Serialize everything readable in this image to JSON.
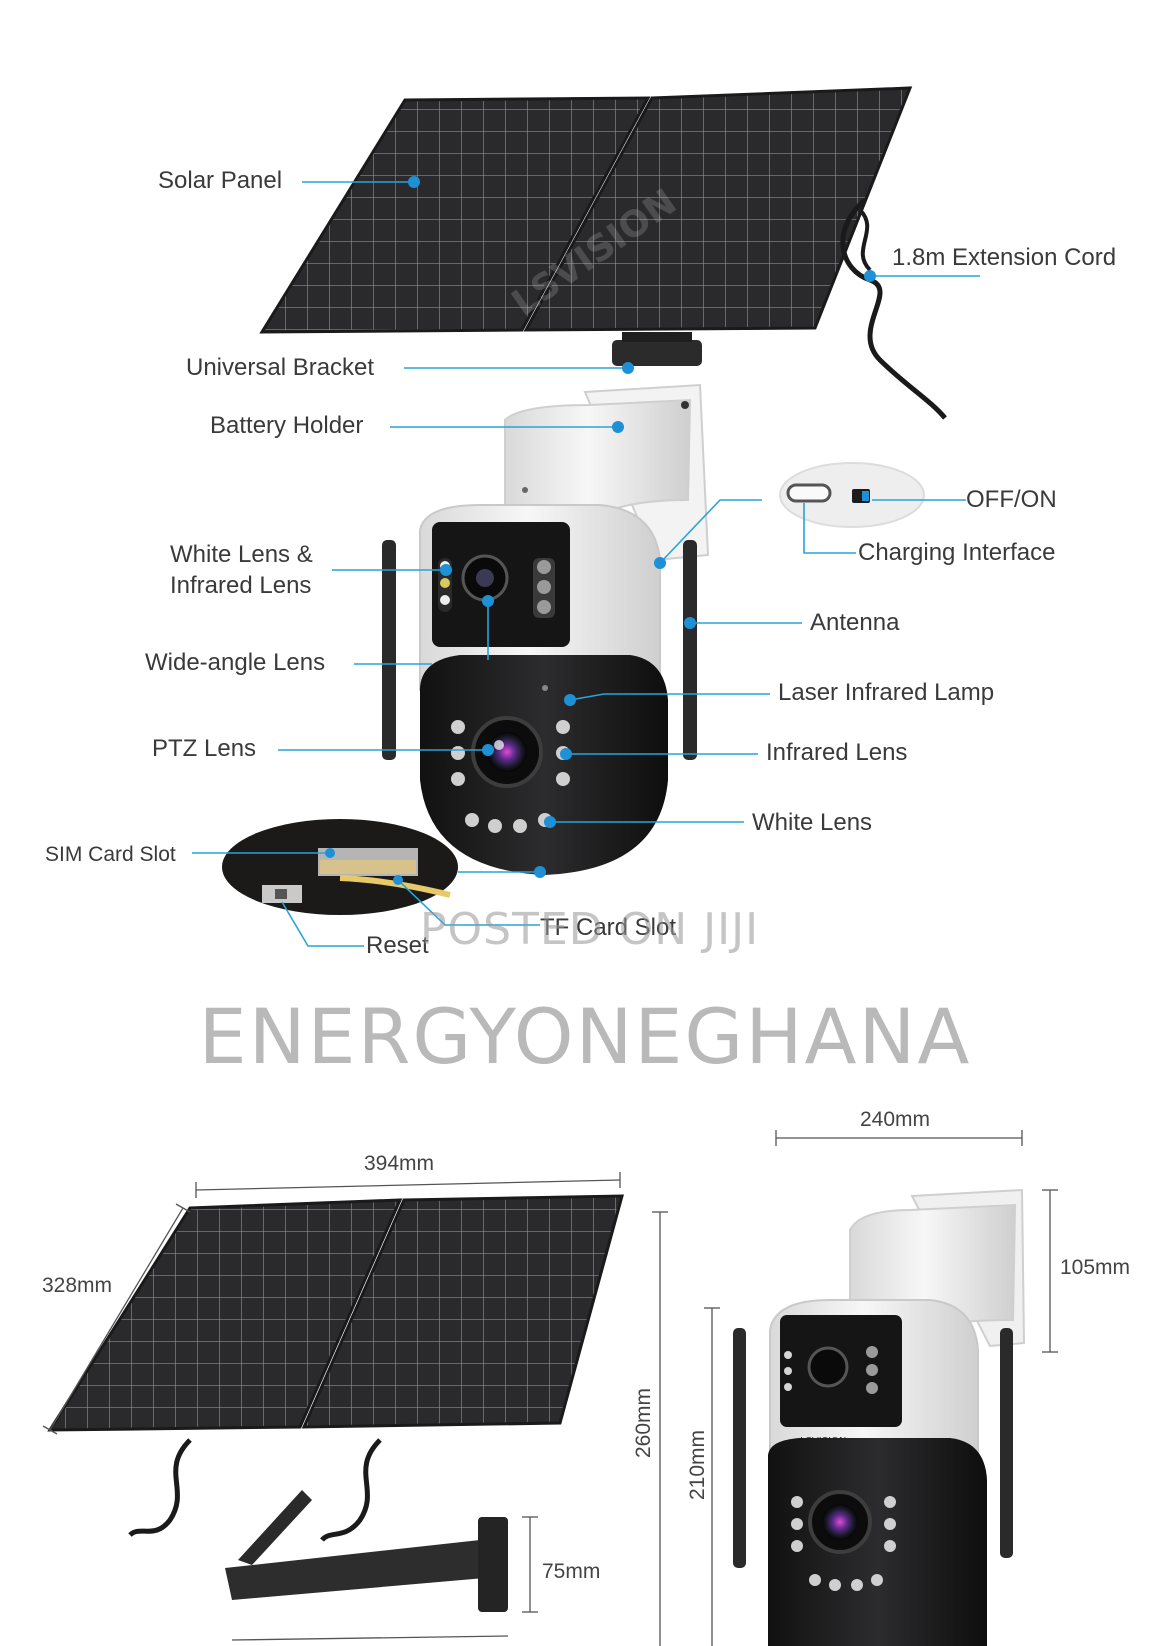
{
  "labels": {
    "solar_panel": "Solar Panel",
    "extension_cord": "1.8m Extension Cord",
    "universal_bracket": "Universal Bracket",
    "battery_holder": "Battery Holder",
    "off_on": "OFF/ON",
    "charging_interface": "Charging Interface",
    "white_infrared_lens_1": "White Lens &",
    "white_infrared_lens_2": "Infrared Lens",
    "antenna": "Antenna",
    "wide_angle_lens": "Wide-angle Lens",
    "laser_infrared_lamp": "Laser Infrared Lamp",
    "ptz_lens": "PTZ Lens",
    "infrared_lens": "Infrared Lens",
    "white_lens": "White Lens",
    "sim_card_slot": "SIM Card Slot",
    "tf_card_slot": "TF Card Slot",
    "reset": "Reset"
  },
  "brand": {
    "camera_logo": "LSVISION",
    "panel_watermark": "LSVISION"
  },
  "watermarks": {
    "posted": "POSTED ON JIJI",
    "seller": "ENERGYONEGHANA"
  },
  "dimensions": {
    "panel_width": "394mm",
    "panel_height": "328mm",
    "bracket_height": "75mm",
    "total_height": "260mm",
    "camera_width": "240mm",
    "holder_height": "105mm",
    "camera_height": "210mm"
  },
  "colors": {
    "callout_line": "#29a3d8",
    "callout_dot": "#1e90d6",
    "panel_dark": "#2b2b2e",
    "camera_white": "#ececec",
    "camera_black": "#1c1c1e"
  }
}
